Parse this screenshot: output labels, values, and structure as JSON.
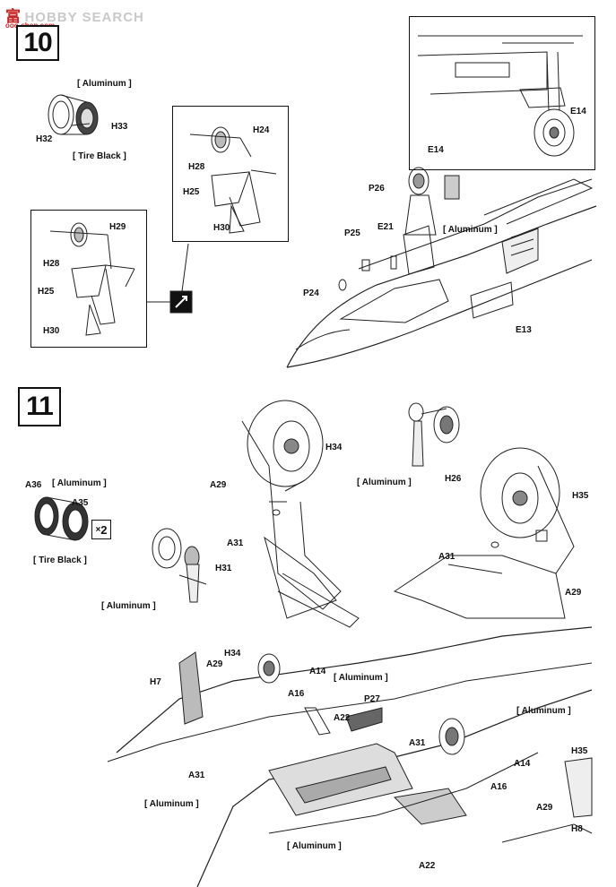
{
  "watermark": {
    "brand": "富",
    "name": "HOBBY SEARCH",
    "url": "ooo-shop.com"
  },
  "step10": {
    "number": "10",
    "wheel_paint": "[ Aluminum ]",
    "tire_paint": "[ Tire Black ]",
    "parts": {
      "h32": "H32",
      "h33": "H33",
      "h24": "H24",
      "h28a": "H28",
      "h25a": "H25",
      "h30a": "H30",
      "h29": "H29",
      "h28b": "H28",
      "h25b": "H25",
      "h30b": "H30",
      "e14a": "E14",
      "e14b": "E14",
      "p26": "P26",
      "p25": "P25",
      "e21": "E21",
      "p24": "P24",
      "e13": "E13"
    },
    "gear_paint": "[ Aluminum ]"
  },
  "step11": {
    "number": "11",
    "wheel_paint": "[ Aluminum ]",
    "tire_paint": "[ Tire Black ]",
    "quantity": "2",
    "parts": {
      "a36": "A36",
      "a35": "A35",
      "h34": "H34",
      "a29a": "A29",
      "a31a": "A31",
      "h31": "H31",
      "h26": "H26",
      "h35a": "H35",
      "a31b": "A31",
      "a29b": "A29",
      "h7": "H7",
      "a29c": "A29",
      "h34b": "H34",
      "a14a": "A14",
      "a16a": "A16",
      "a22a": "A22",
      "p27": "P27",
      "a31c": "A31",
      "a31d": "A31",
      "a14b": "A14",
      "h35b": "H35",
      "a16b": "A16",
      "a29d": "A29",
      "h8": "H8",
      "a22b": "A22"
    },
    "paint_labels": {
      "alu1": "[ Aluminum ]",
      "alu2": "[ Aluminum ]",
      "alu3": "[ Aluminum ]",
      "alu4": "[ Aluminum ]",
      "alu5": "[ Aluminum ]",
      "alu6": "[ Aluminum ]"
    }
  }
}
